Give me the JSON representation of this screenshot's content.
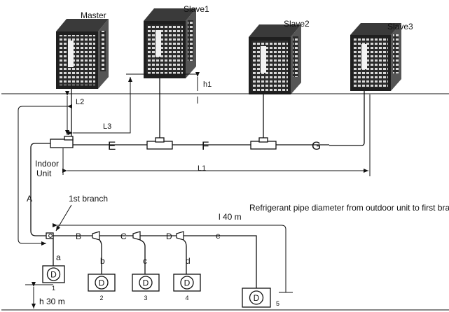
{
  "units": {
    "master": "Master",
    "slave1": "Slave1",
    "slave2": "Slave2",
    "slave3": "Slave3"
  },
  "dimensions": {
    "h1": "h1",
    "l1": "L1",
    "l2": "L2",
    "l3": "L3",
    "l40": "l 40 m",
    "h30": "h 30 m"
  },
  "segments": {
    "E": "E",
    "F": "F",
    "G": "G",
    "A": "A",
    "B": "B",
    "C": "C",
    "D": "D",
    "a": "a",
    "b": "b",
    "c": "c",
    "d": "d",
    "e": "e"
  },
  "labels": {
    "indoor_unit_line1": "Indoor",
    "indoor_unit_line2": "Unit",
    "first_branch": "1st branch",
    "pipe_note": "Refrigerant pipe diameter from outdoor unit to first branch"
  },
  "indoor_units": [
    {
      "symbol": "D",
      "number": "1"
    },
    {
      "symbol": "D",
      "number": "2"
    },
    {
      "symbol": "D",
      "number": "3"
    },
    {
      "symbol": "D",
      "number": "4"
    },
    {
      "symbol": "D",
      "number": "5"
    }
  ]
}
